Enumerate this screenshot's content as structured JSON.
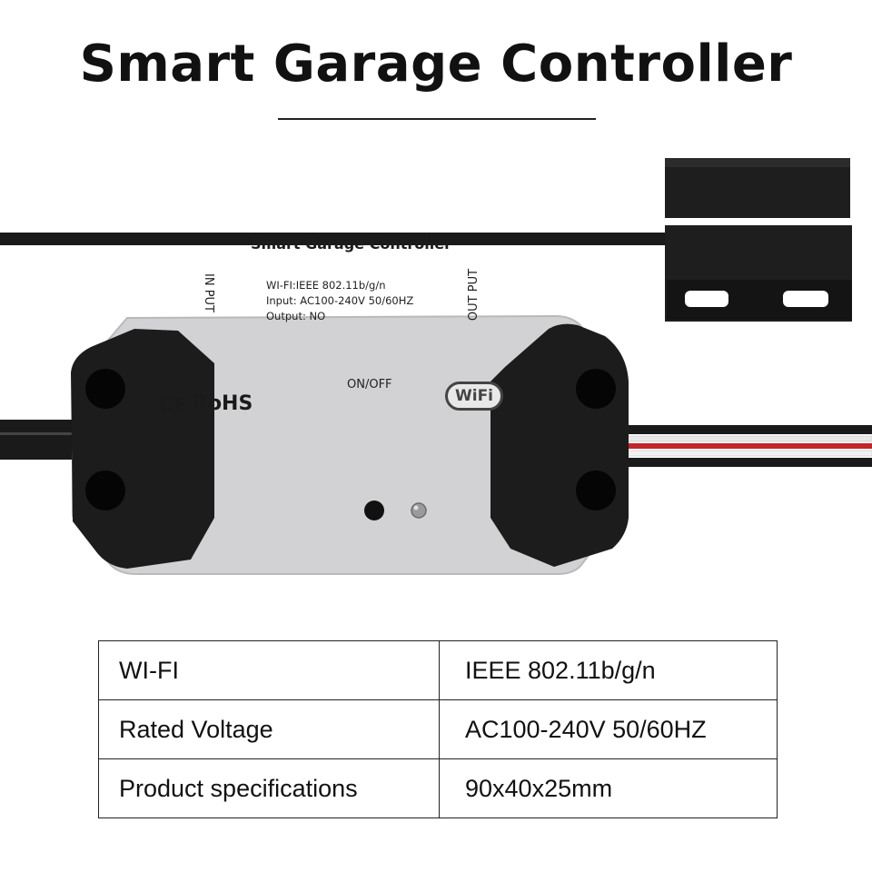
{
  "header": {
    "title": "Smart Garage Controller"
  },
  "device": {
    "title": "Smart Garage Controller",
    "specs": [
      "WI-FI:IEEE 802.11b/g/n",
      "Input: AC100-240V 50/60HZ",
      "Output: NO"
    ],
    "input_label": "IN PUT",
    "output_label": "OUT PUT",
    "button_label": "ON/OFF",
    "ce_mark": "CE",
    "rohs_mark": "RoHS",
    "wifi_logo_text": "WiFi"
  },
  "specifications": {
    "rows": [
      {
        "name": "WI-FI",
        "value": "IEEE 802.11b/g/n"
      },
      {
        "name": "Rated Voltage",
        "value": "AC100-240V 50/60HZ"
      },
      {
        "name": "Product specifications",
        "value": "90x40x25mm"
      }
    ]
  },
  "colors": {
    "housing": "#d2d2d4",
    "caps": "#1b1b1b",
    "cable": "#1a1a1a",
    "wire_red": "#c0262a"
  }
}
